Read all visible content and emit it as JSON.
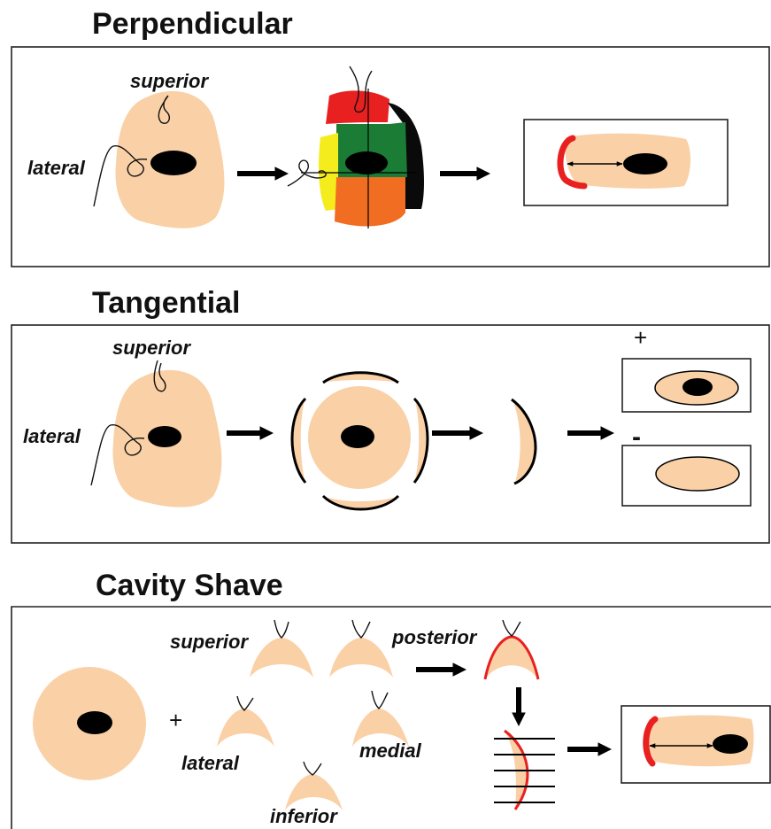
{
  "colors": {
    "tissue": "#fad0a6",
    "tumor": "#000000",
    "ink_red": "#e82020",
    "ink_green": "#1b7d35",
    "ink_yellow": "#f5ec1e",
    "ink_orange": "#f06d21",
    "ink_black": "#0a0a0a"
  },
  "sections": {
    "perpendicular": {
      "title": "Perpendicular",
      "label_superior": "superior",
      "label_lateral": "lateral"
    },
    "tangential": {
      "title": "Tangential",
      "label_superior": "superior",
      "label_lateral": "lateral",
      "positive_sign": "+",
      "negative_sign": "-"
    },
    "cavity_shave": {
      "title": "Cavity Shave",
      "plus_sign": "+",
      "label_superior": "superior",
      "label_posterior": "posterior",
      "label_lateral": "lateral",
      "label_medial": "medial",
      "label_inferior": "inferior"
    }
  }
}
